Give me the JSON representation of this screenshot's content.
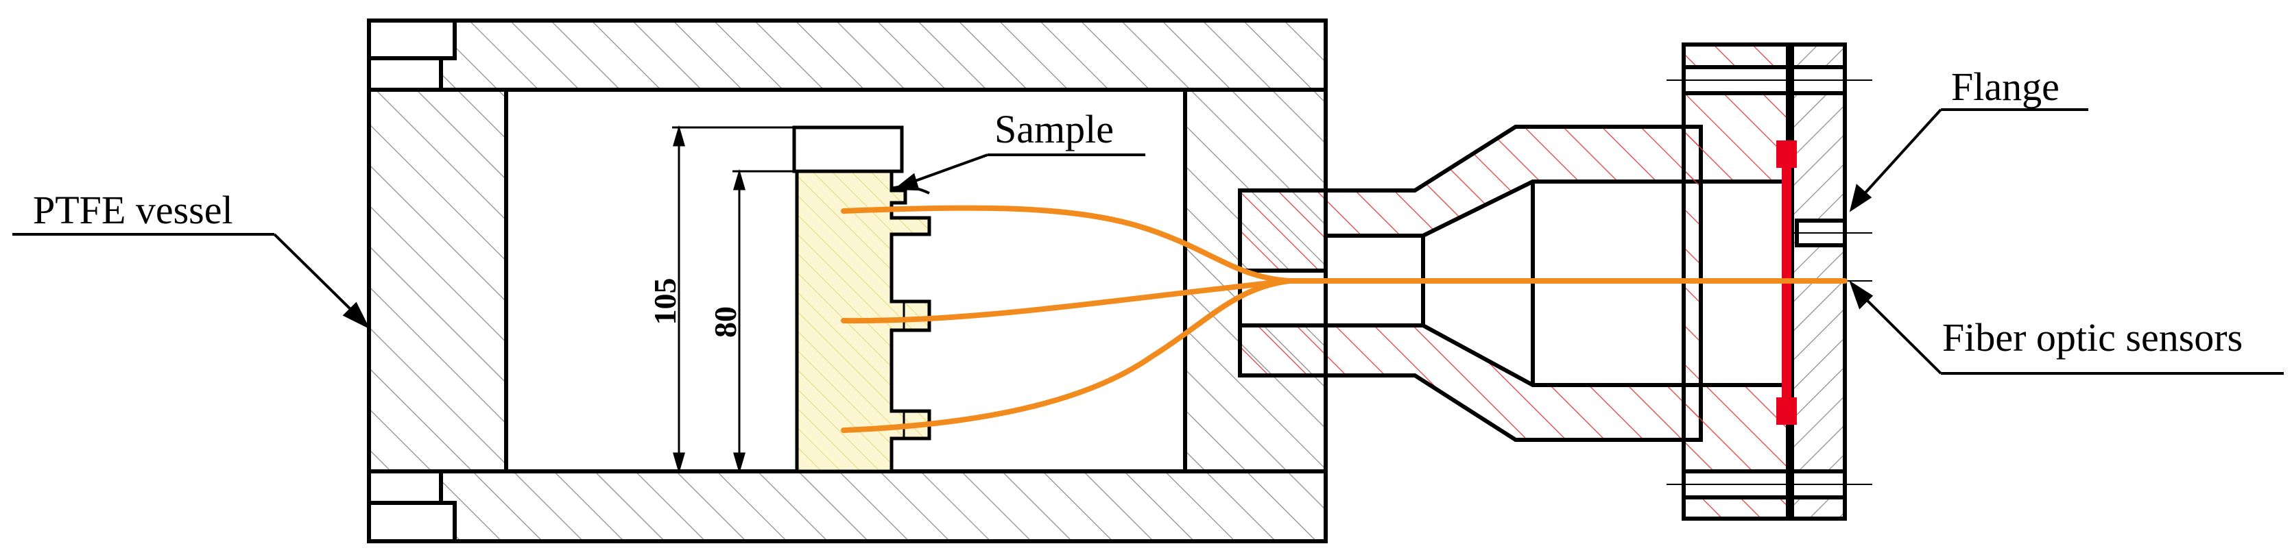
{
  "labels": {
    "ptfe_vessel": "PTFE vessel",
    "sample": "Sample",
    "flange": "Flange",
    "fiber_optic_sensors": "Fiber optic sensors"
  },
  "dimensions": {
    "outer": "105",
    "inner": "80"
  },
  "colors": {
    "outline": "#000000",
    "hatch_gray": "#8c8c8c",
    "hatch_red": "#e23a3a",
    "sample_fill": "#fcf7d2",
    "sample_hatch": "#e6df8a",
    "fiber": "#f28b1e",
    "sensor_seal": "#e8001c"
  }
}
